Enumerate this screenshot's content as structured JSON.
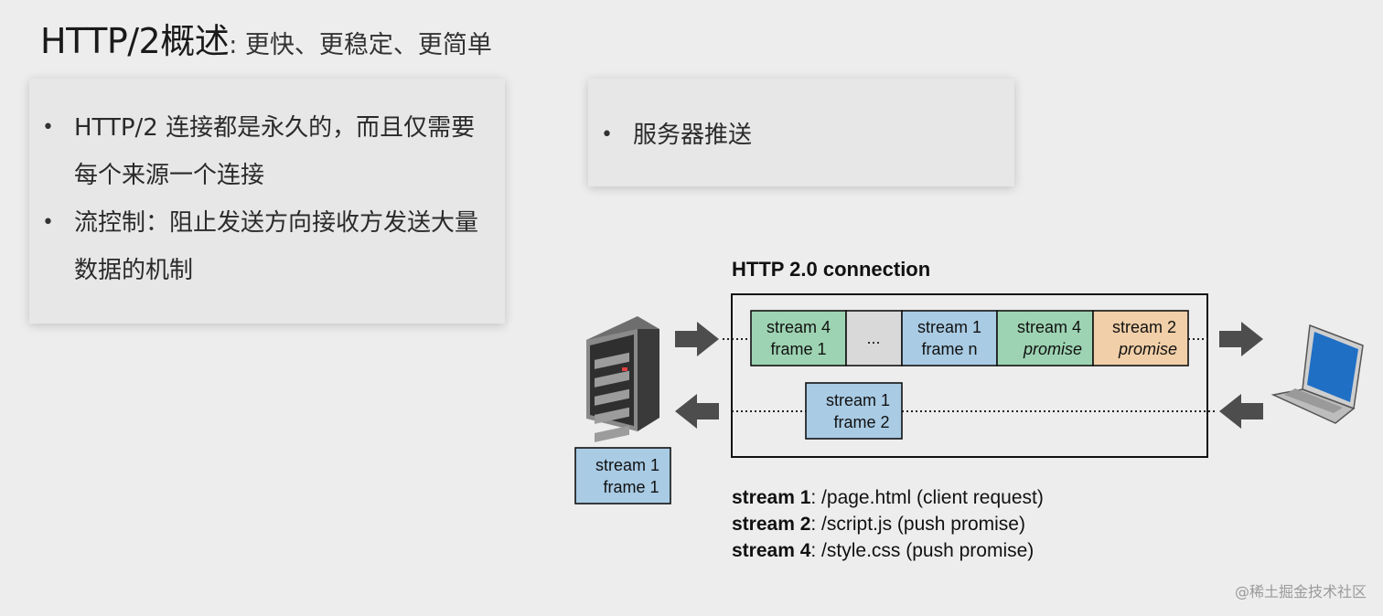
{
  "title": {
    "main": "HTTP/2概述",
    "sub": ": 更快、更稳定、更简单"
  },
  "left_card": {
    "bullets": [
      "HTTP/2 连接都是永久的，而且仅需要每个来源一个连接",
      "流控制：阻止发送方向接收方发送大量数据的机制"
    ]
  },
  "right_card": {
    "bullets": [
      "服务器推送"
    ]
  },
  "diagram": {
    "connection_label": "HTTP 2.0 connection",
    "frames_top": [
      {
        "line1": "stream 4",
        "line2": "frame 1",
        "color": "#9dd3b2"
      },
      {
        "line1": "...",
        "line2": "",
        "color": "#d9d9d9"
      },
      {
        "line1": "stream 1",
        "line2": "frame n",
        "color": "#a9cbe4"
      },
      {
        "line1": "stream 4",
        "line2": "promise",
        "color": "#9dd3b2"
      },
      {
        "line1": "stream 2",
        "line2": "promise",
        "color": "#f1cfa8"
      }
    ],
    "frame_bottom": {
      "line1": "stream 1",
      "line2": "frame 2",
      "color": "#a9cbe4"
    },
    "frame_server": {
      "line1": "stream 1",
      "line2": "frame 1",
      "color": "#a9cbe4"
    },
    "legend": [
      {
        "key": "stream 1",
        "value": ": /page.html  (client request)"
      },
      {
        "key": "stream 2",
        "value": ": /script.js  (push promise)"
      },
      {
        "key": "stream 4",
        "value": ": /style.css  (push promise)"
      }
    ]
  },
  "watermark": "@稀土掘金技术社区"
}
